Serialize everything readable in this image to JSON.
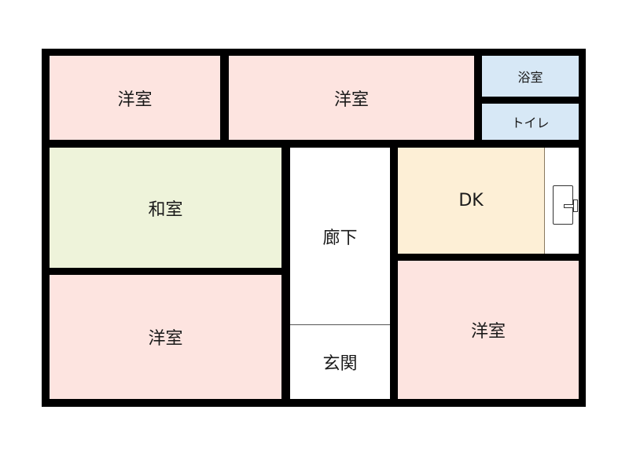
{
  "title": "間取り図",
  "colors": {
    "western": "#fde4e0",
    "japanese": "#eef3da",
    "wet": "#d7e8f6",
    "kitchen": "#fdefd6",
    "wall": "#000000"
  },
  "rooms": {
    "western_top_left": "洋室",
    "western_top_center": "洋室",
    "bath": "浴室",
    "toilet": "トイレ",
    "japanese": "和室",
    "hallway": "廊下",
    "entrance": "玄関",
    "dk": "DK",
    "western_bottom_left": "洋室",
    "western_bottom_right": "洋室"
  },
  "fixtures": {
    "sink_icon": "kitchen-sink"
  }
}
